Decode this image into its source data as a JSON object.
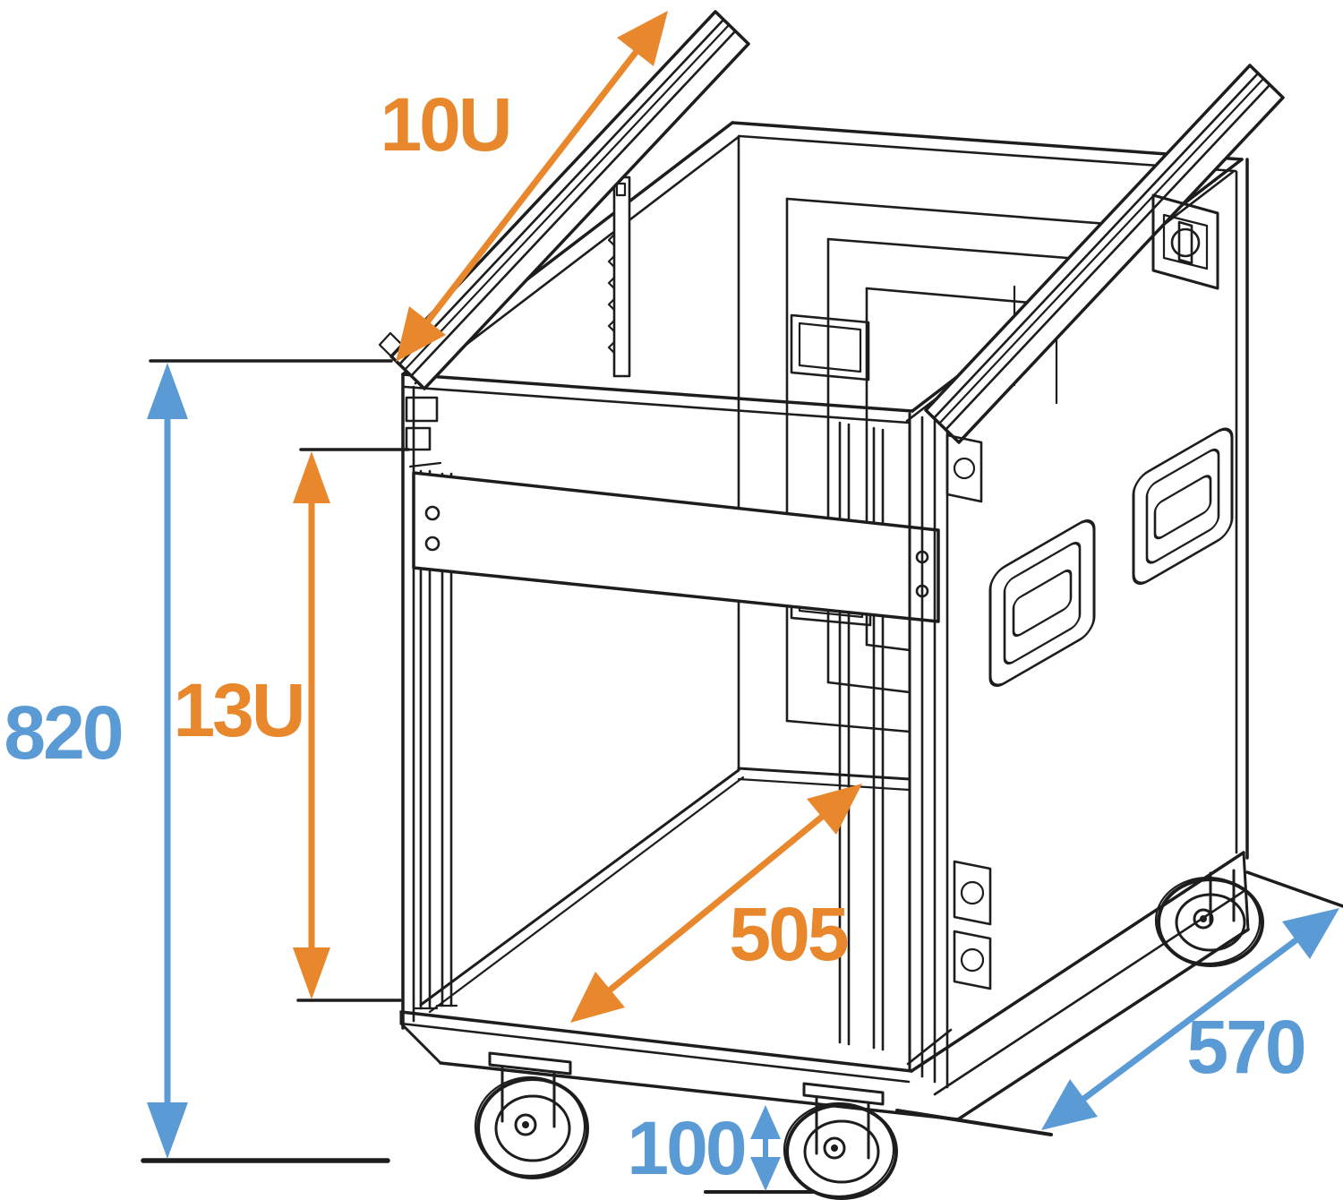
{
  "drawing": {
    "background": "#ffffff",
    "line_color": "#1d1d1d",
    "accent_orange": "#E8872C",
    "accent_blue": "#5B9BD5",
    "dimensions": {
      "d10u": {
        "text": "10U",
        "color": "#E8872C"
      },
      "d13u": {
        "text": "13U",
        "color": "#E8872C"
      },
      "d820": {
        "text": "820",
        "color": "#5B9BD5"
      },
      "d505": {
        "text": "505",
        "color": "#E8872C"
      },
      "d570": {
        "text": "570",
        "color": "#5B9BD5"
      },
      "d100": {
        "text": "100",
        "color": "#5B9BD5"
      }
    }
  }
}
